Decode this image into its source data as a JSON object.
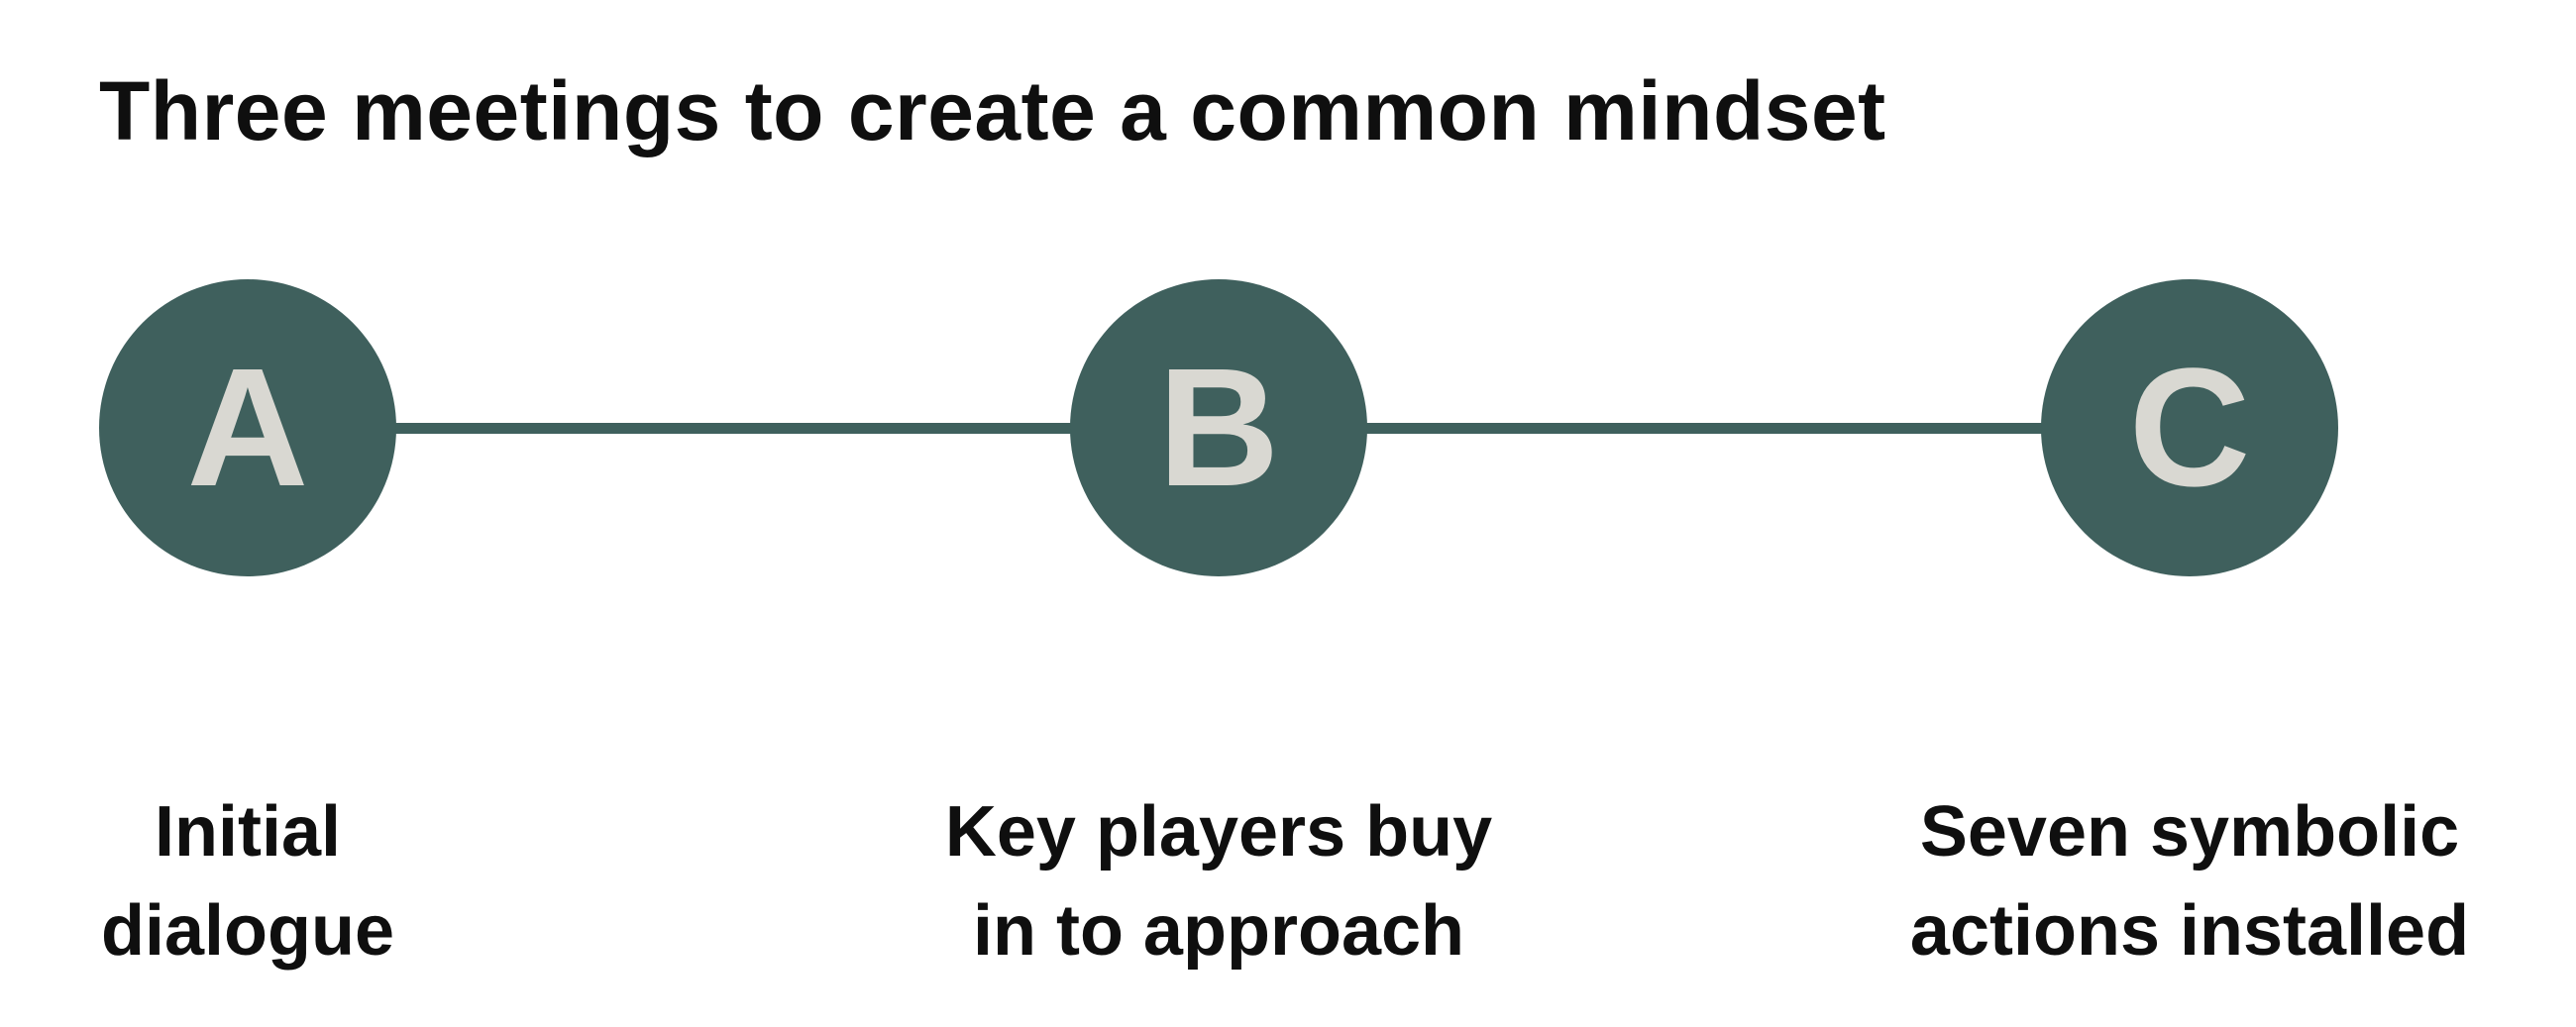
{
  "title": "Three meetings to create a common mindset",
  "colors": {
    "node_fill": "#3f605d",
    "node_letter": "#d9d8d2",
    "connector": "#3f605d",
    "text": "#0f0f0f"
  },
  "steps": [
    {
      "letter": "A",
      "caption_lines": [
        "Initial",
        "dialogue"
      ]
    },
    {
      "letter": "B",
      "caption_lines": [
        "Key players buy",
        "in to approach"
      ]
    },
    {
      "letter": "C",
      "caption_lines": [
        "Seven symbolic",
        "actions installed"
      ]
    }
  ]
}
